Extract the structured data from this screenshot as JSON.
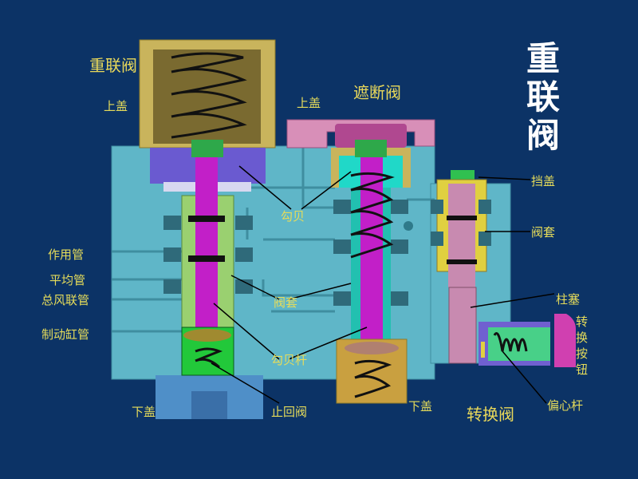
{
  "title": "重联阀",
  "labels": {
    "coupling_valve": "重联阀",
    "upper_cover_left": "上盖",
    "cutoff_valve": "遮断阀",
    "upper_cover_mid": "上盖",
    "stop_cover": "挡盖",
    "sleeve_right": "阀套",
    "piston": "勾贝",
    "sleeve_mid": "阀套",
    "plunger": "柱塞",
    "switch_button": "转换按钮",
    "action_pipe": "作用管",
    "equalizing_pipe": "平均管",
    "main_reservoir_pipe": "总风联管",
    "brake_cylinder_pipe": "制动缸管",
    "piston_rod": "勾贝杆",
    "lower_cover_left": "下盖",
    "check_valve": "止回阀",
    "lower_cover_mid": "下盖",
    "switch_valve": "转换阀",
    "eccentric_rod": "偏心杆"
  },
  "colors": {
    "background": "#0c3366",
    "body": "#5fb6c8",
    "label": "#e6dc5a",
    "stem": "#c21fc8"
  }
}
